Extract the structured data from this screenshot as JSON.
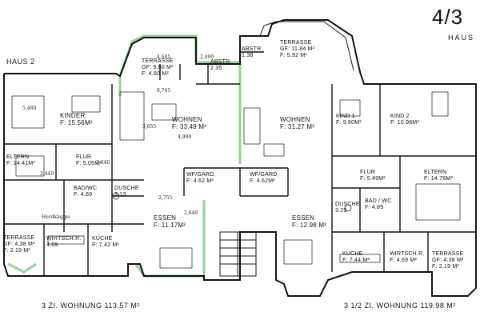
{
  "header": {
    "unit_number": "4/3",
    "haus_right": "HAUS",
    "haus_left": "HAUS 2"
  },
  "rooms": {
    "terrasse_top_left": {
      "name": "TERRASSE",
      "area_gf": "GF: 9.60 M²",
      "area_f": "F: 4.80 M²"
    },
    "abstr_left": {
      "name": "ABSTR.",
      "area": "2.35"
    },
    "abstr_right": {
      "name": "ABSTR.",
      "area": "1.38"
    },
    "terrasse_top_right": {
      "name": "TERRASSE",
      "area_gf": "GF: 11.84 M²",
      "area_f": "F: 5.92 M²"
    },
    "kinder_left": {
      "name": "KINDER",
      "area": "F: 15.56M²"
    },
    "wohnen_left": {
      "name": "WOHNEN",
      "area": "F: 33.49 M²"
    },
    "wohnen_right": {
      "name": "WOHNEN",
      "area": "F: 31.27 M²"
    },
    "kind1": {
      "name": "KIND 1",
      "area": "F: 9.60M²"
    },
    "kind2": {
      "name": "KIND 2",
      "area": "F: 10.96M²"
    },
    "eltern_left": {
      "name": "ELTERN",
      "area": "F: 14.41M²"
    },
    "flur_left": {
      "name": "FLUR",
      "area": "F: 5.05M²"
    },
    "wf_gard_left": {
      "name": "WF/GARD.",
      "area": "F: 4.62 M²"
    },
    "wf_gard_right": {
      "name": "WF/GARD.",
      "area": "F: 4.62M²"
    },
    "flur_right": {
      "name": "FLUR",
      "area": "F: 5.49M²"
    },
    "eltern_right": {
      "name": "ELTERN",
      "area": "F: 14.76M²"
    },
    "bad_wc_left": {
      "name": "BAD/WC",
      "area": "F: 4.69"
    },
    "dusche_left": {
      "name": "DUSCHE",
      "area": "3.13"
    },
    "dusche_right": {
      "name": "DUSCHE",
      "area": "3.29"
    },
    "bad_wc_right": {
      "name": "BAD / WC",
      "area": "F: 4.89"
    },
    "essen_left": {
      "name": "ESSEN",
      "area": "F: 11.17M²"
    },
    "essen_right": {
      "name": "ESSEN",
      "area": "F: 12.98 M²"
    },
    "terrasse_bottom_left": {
      "name": "TERRASSE",
      "area_gf": "GF: 4.38 M²",
      "area_f": "F: 2.19 M²"
    },
    "wirtsch_left": {
      "name": "WIRTSCH.R.",
      "area": "4.69"
    },
    "kueche_left": {
      "name": "KÜCHE",
      "area": "F: 7.42 M²"
    },
    "kueche_right": {
      "name": "KÜCHE",
      "area": "F: 7.44 M²"
    },
    "wirtsch_right": {
      "name": "WIRTSCH.R.",
      "area": "F: 4.69 M²"
    },
    "terrasse_bottom_right": {
      "name": "TERRASSE",
      "area_gf": "GF: 4.38 M²",
      "area_f": "F: 2.19 M²"
    }
  },
  "captions": {
    "left": "3 ZI. WOHNUNG 113.57 M²",
    "right": "3 1/2 ZI. WOHNUNG 119.98 M²"
  },
  "handwritten": {
    "n1": "5,480",
    "n2": "4,605",
    "n3": "2,490",
    "n4": "6,745",
    "n5": "3,640",
    "n6": "3,440",
    "n7": "2,755",
    "n8": "2,640",
    "n9": "4,990",
    "n10": "3,655",
    "n11": "Herdklappe"
  }
}
